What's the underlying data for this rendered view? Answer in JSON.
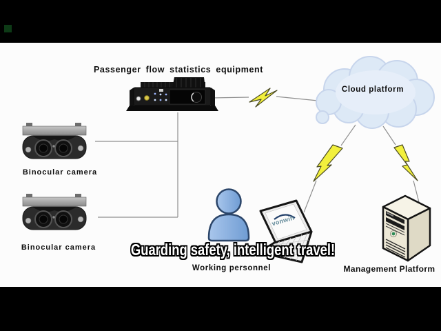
{
  "frame": {
    "letterbox_color": "#000000",
    "background": "#fcfcfc"
  },
  "labels": {
    "title": "Passenger flow statistics equipment",
    "cloud": "Cloud platform",
    "camera_top": "Binocular camera",
    "camera_bottom": "Binocular camera",
    "personnel": "Working personnel",
    "management": "Management Platform",
    "caption": "Guarding safety, intelligent travel!",
    "laptop_logo": "vonwin"
  },
  "colors": {
    "lightning_yellow": "#F2F03C",
    "person_blue": "#8FB3DF",
    "cloud_blue": "#DDE9F6",
    "cloud_edge": "#C7D5EC",
    "server_cream": "#EDE8D6",
    "camera_dark": "#2B2B2B",
    "device_black": "#141414",
    "line_gray": "#8E8E8E"
  },
  "icons": {
    "cloud": "cloud-shape",
    "lightning": "lightning-bolt",
    "person": "person-silhouette",
    "server": "server-tower",
    "binocular_camera": "dual-lens-camera",
    "statistics_device": "mdvr-box",
    "laptop": "open-laptop"
  }
}
